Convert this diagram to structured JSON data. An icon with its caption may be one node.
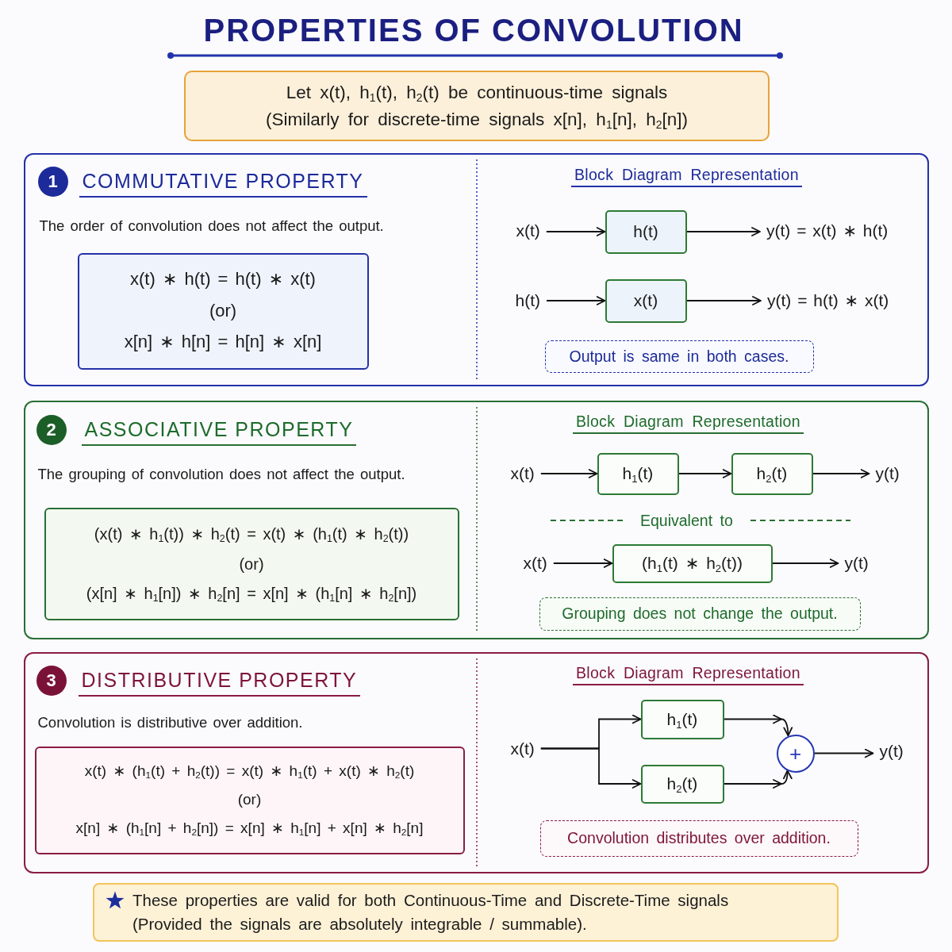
{
  "diagram": {
    "title": "PROPERTIES OF CONVOLUTION",
    "nodes": [
      {
        "text": [
          "Let x(t), h$_{1}$(t), h$_{2}$(t) be continuous-time signals",
          "(Similarly for discrete-time signals x[n], h$_{1}$[n], h$_{2}$[n])"
        ]
      },
      {
        "text": [
          "COMMUTATIVE PROPERTY",
          "The order of convolution does not affect the output.",
          "Block Diagram Representation"
        ]
      },
      {
        "text": [
          "1"
        ],
        "in": 1
      },
      {
        "text": [
          "x(t) ∗ h(t) = h(t) ∗ x(t)",
          "(or)",
          "x[n] ∗ h[n] = h[n] ∗ x[n]"
        ],
        "in": 1
      },
      {
        "text": [
          "x(t)"
        ],
        "in": 1
      },
      {
        "text": [
          "h(t)"
        ],
        "in": 1
      },
      {
        "text": [
          "y(t) = x(t) ∗ h(t)"
        ],
        "in": 1
      },
      {
        "text": [
          "h(t)"
        ],
        "in": 1
      },
      {
        "text": [
          "x(t)"
        ],
        "in": 1
      },
      {
        "text": [
          "y(t) = h(t) ∗ x(t)"
        ],
        "in": 1
      },
      {
        "text": [
          "Output is same in both cases."
        ],
        "in": 1
      },
      {
        "text": [
          "ASSOCIATIVE PROPERTY",
          "The grouping of convolution does not affect the output.",
          "Block Diagram Representation",
          "Equivalent to"
        ]
      },
      {
        "text": [
          "2"
        ],
        "in": 11
      },
      {
        "text": [
          "(x(t) ∗ h$_{1}$(t)) ∗ h$_{2}$(t) = x(t) ∗ (h$_{1}$(t) ∗ h$_{2}$(t))",
          "(or)",
          "(x[n] ∗ h$_{1}$[n]) ∗ h$_{2}$[n] = x[n] ∗ (h$_{1}$[n] ∗ h$_{2}$[n])"
        ],
        "in": 11
      },
      {
        "text": [
          "x(t)"
        ],
        "in": 11
      },
      {
        "text": [
          "h$_{1}$(t)"
        ],
        "in": 11
      },
      {
        "text": [
          "h$_{2}$(t)"
        ],
        "in": 11
      },
      {
        "text": [
          "y(t)"
        ],
        "in": 11
      },
      {
        "text": [
          "x(t)"
        ],
        "in": 11
      },
      {
        "text": [
          "(h$_{1}$(t) ∗ h$_{2}$(t))"
        ],
        "in": 11
      },
      {
        "text": [
          "y(t)"
        ],
        "in": 11
      },
      {
        "text": [
          "Grouping does not change the output."
        ],
        "in": 11
      },
      {
        "text": [
          "DISTRIBUTIVE PROPERTY",
          "Convolution is distributive over addition.",
          "Block Diagram Representation"
        ]
      },
      {
        "text": [
          "3"
        ],
        "in": 22
      },
      {
        "text": [
          "x(t) ∗ (h$_{1}$(t) + h$_{2}$(t)) = x(t) ∗ h$_{1}$(t) + x(t) ∗ h$_{2}$(t)",
          "(or)",
          "x[n] ∗ (h$_{1}$[n] + h$_{2}$[n]) = x[n] ∗ h$_{1}$[n] + x[n] ∗ h$_{2}$[n]"
        ],
        "in": 22
      },
      {
        "text": [
          "x(t)"
        ],
        "in": 22
      },
      {
        "text": [
          "h$_{1}$(t)"
        ],
        "in": 22
      },
      {
        "text": [
          "h$_{2}$(t)"
        ],
        "in": 22
      },
      {
        "text": [
          "+"
        ],
        "in": 22
      },
      {
        "text": [
          "y(t)"
        ],
        "in": 22
      },
      {
        "text": [
          "Convolution distributes over addition."
        ],
        "in": 22
      },
      {
        "text": [
          "These properties are valid for both Continuous-Time and Discrete-Time signals",
          "(Provided the signals are absolutely integrable / summable)."
        ]
      }
    ],
    "edges": [
      {
        "from": 4,
        "to": 5,
        "arrow": "to"
      },
      {
        "from": 5,
        "to": 6,
        "arrow": "to"
      },
      {
        "from": 7,
        "to": 8,
        "arrow": "to"
      },
      {
        "from": 8,
        "to": 9,
        "arrow": "to"
      },
      {
        "from": 14,
        "to": 15,
        "arrow": "to"
      },
      {
        "from": 15,
        "to": 16,
        "arrow": "to"
      },
      {
        "from": 16,
        "to": 17,
        "arrow": "to"
      },
      {
        "from": 18,
        "to": 19,
        "arrow": "to"
      },
      {
        "from": 19,
        "to": 20,
        "arrow": "to"
      },
      {
        "from": 25,
        "to": 26,
        "arrow": "to"
      },
      {
        "from": 25,
        "to": 27,
        "arrow": "to"
      },
      {
        "from": 26,
        "to": 28,
        "arrow": "to"
      },
      {
        "from": 27,
        "to": 28,
        "arrow": "to"
      },
      {
        "from": 28,
        "to": 29,
        "arrow": "to"
      }
    ]
  }
}
